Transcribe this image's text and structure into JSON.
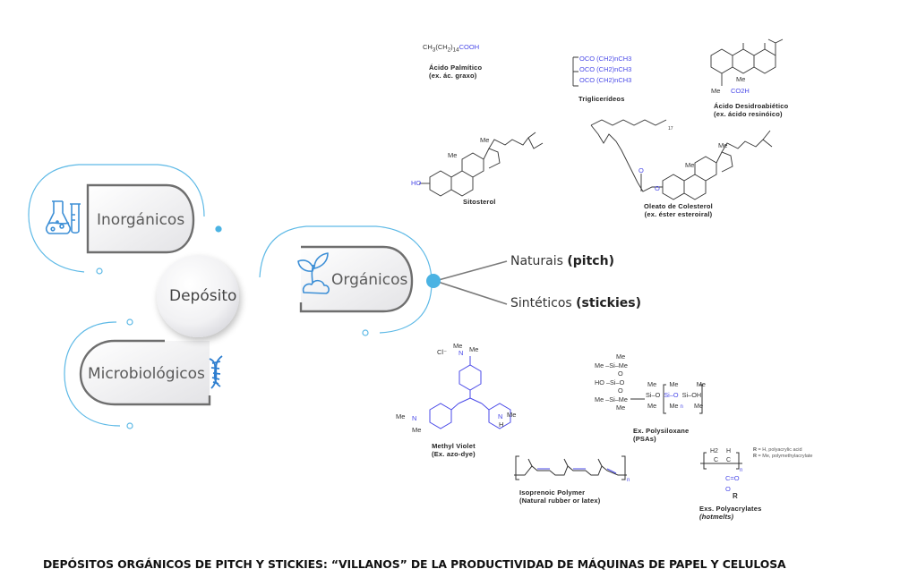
{
  "diagram": {
    "center": {
      "label": "Depósito"
    },
    "categories": [
      {
        "label": "Inorgánicos",
        "icon": "flask-icon"
      },
      {
        "label": "Microbiológicos",
        "icon": "dna-icon"
      },
      {
        "label": "Orgánicos",
        "icon": "plant-icon"
      }
    ],
    "organic_branches": [
      {
        "label": "Naturais",
        "bold": "(pitch)"
      },
      {
        "label": "Sintéticos",
        "bold": "(stickies)"
      }
    ],
    "accent_color": "#4bb3e3"
  },
  "natural_compounds": [
    {
      "formula_parts": [
        "CH",
        "3",
        "(CH",
        "2",
        ")",
        "14",
        "COOH"
      ],
      "name": "Ácido Palmítico",
      "subtitle": "(ex. ác. graxo)"
    },
    {
      "formula_lines": [
        "OCO (CH2)nCH3",
        "OCO (CH2)nCH3",
        "OCO (CH2)nCH3"
      ],
      "name": "Triglicerídeos"
    },
    {
      "name": "Ácido Desidroabiético",
      "subtitle": "(ex. ácido resinóico)",
      "labels": {
        "me": "Me",
        "me2": "Me",
        "acid": "CO2H"
      }
    },
    {
      "name": "Sitosterol",
      "labels": {
        "me1": "Me",
        "me2": "Me",
        "oh": "HO"
      }
    },
    {
      "name": "Oleato de Colesterol",
      "subtitle": "(ex. éster esteroiral)",
      "labels": {
        "me1": "Me",
        "me2": "Me",
        "o1": "O",
        "o2": "O",
        "chain": "17"
      }
    }
  ],
  "synthetic_compounds": [
    {
      "name": "Methyl Violet",
      "subtitle": "(Ex. azo-dye)",
      "labels": {
        "me": "Me",
        "cl": "Cl⁻",
        "n": "N",
        "nh": "N",
        "h": "H"
      }
    },
    {
      "name": "Ex. Polysiloxane",
      "subtitle": "(PSAs)",
      "labels": {
        "me": "Me",
        "si": "Si",
        "o": "O",
        "ho": "HO",
        "oh": "OH",
        "n": "n"
      }
    },
    {
      "name": "Isoprenoic Polymer",
      "subtitle": "(Natural rubber or latex)",
      "labels": {
        "n": "n"
      }
    },
    {
      "name": "Exs. Polyacrylates",
      "subtitle": "(hotmelts)",
      "labels": {
        "h2": "H2",
        "h": "H",
        "c": "C",
        "co": "C=O",
        "o": "O",
        "r": "R",
        "n": "n"
      },
      "legend": [
        {
          "key": "R",
          "text": " = H, polyacrylic acid"
        },
        {
          "key": "R",
          "text": " = Me, polymethylacrylate"
        }
      ]
    }
  ],
  "footer": {
    "title": "DEPÓSITOS ORGÁNICOS DE PITCH Y STICKIES: “VILLANOS” DE LA PRODUCTIVIDAD DE MÁQUINAS DE PAPEL Y CELULOSA"
  }
}
